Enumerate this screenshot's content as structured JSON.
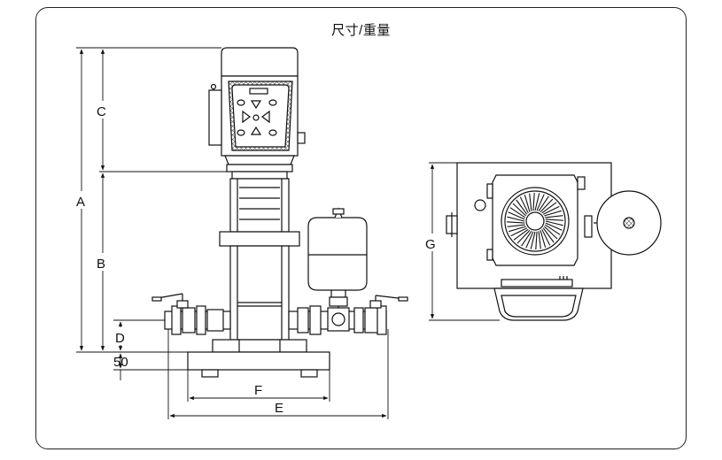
{
  "title": "尺寸/重量",
  "dimensions": {
    "A": "A",
    "B": "B",
    "C": "C",
    "D": "D",
    "E": "E",
    "F": "F",
    "G": "G",
    "base_height": "50"
  },
  "colors": {
    "line": "#111111",
    "hatch": "#555555",
    "background": "#ffffff"
  }
}
